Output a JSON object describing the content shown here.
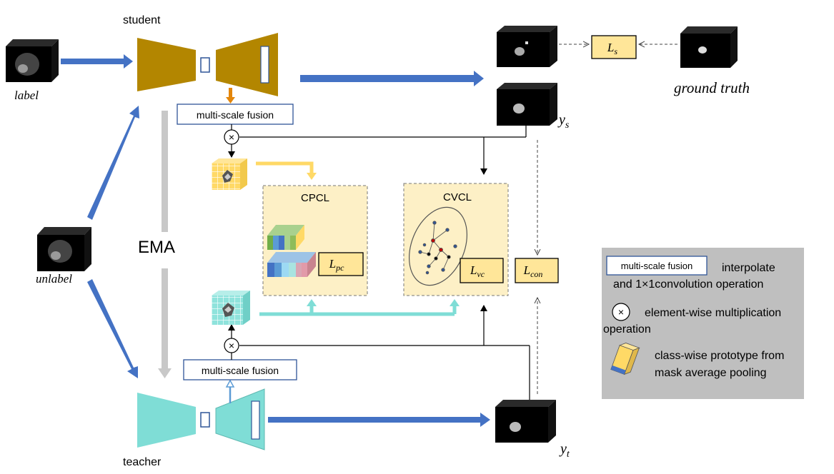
{
  "labels": {
    "student": "student",
    "teacher": "teacher",
    "label": "label",
    "unlabel": "unlabel",
    "ground_truth": "ground truth",
    "ema": "EMA",
    "msf_student": "multi-scale fusion",
    "msf_teacher": "multi-scale fusion",
    "ys_base": "y",
    "ys_sub": "s",
    "yt_base": "y",
    "yt_sub": "t",
    "mult_symbol": "×"
  },
  "modules": {
    "cpcl": "CPCL",
    "cvcl": "CVCL"
  },
  "losses": {
    "ls_base": "L",
    "ls_sub": "s",
    "lpc_base": "L",
    "lpc_sub": "pc",
    "lvc_base": "L",
    "lvc_sub": "vc",
    "lcon_base": "L",
    "lcon_sub": "con"
  },
  "legend": {
    "msf_box": "multi-scale fusion",
    "msf_desc_1": "interpolate",
    "msf_desc_2": "and 1×1convolution operation",
    "mult_symbol": "×",
    "mult_desc_1": "element-wise multiplication",
    "mult_desc_2": "operation",
    "proto_desc_1": "class-wise prototype from",
    "proto_desc_2": "mask average pooling"
  },
  "colors": {
    "student": "#b38600",
    "teacher": "#7fddd6",
    "arrow_blue": "#4472c4",
    "ema_gray": "#c8c8c8",
    "yellow_feat": "#ffd966",
    "cyan_feat": "#7fddd6",
    "module_bg": "#fdf0c6",
    "loss_bg": "#ffe699",
    "legend_bg": "#bfbfbf",
    "orange_arrow": "#e3860b"
  }
}
